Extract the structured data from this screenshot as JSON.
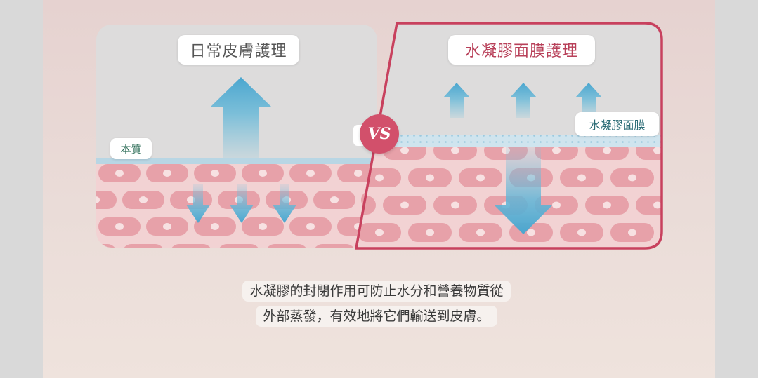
{
  "left_panel": {
    "title": "日常皮膚護理",
    "tag": "本質"
  },
  "right_panel": {
    "title": "水凝膠面膜護理",
    "tag": "水凝膠面膜"
  },
  "vs_badge": "VS",
  "caption": {
    "line1": "水凝膠的封閉作用可防止水分和營養物質從",
    "line2": "外部蒸發，有效地將它們輸送到皮膚。"
  },
  "colors": {
    "accent": "#d2506b",
    "arrow": "#5fb4d6",
    "skin_cell": "#e8a2aa",
    "skin_bg": "#f1cfd1",
    "right_border": "#c8415e"
  },
  "icons": [
    "up-arrow-icon",
    "down-arrow-icon"
  ]
}
